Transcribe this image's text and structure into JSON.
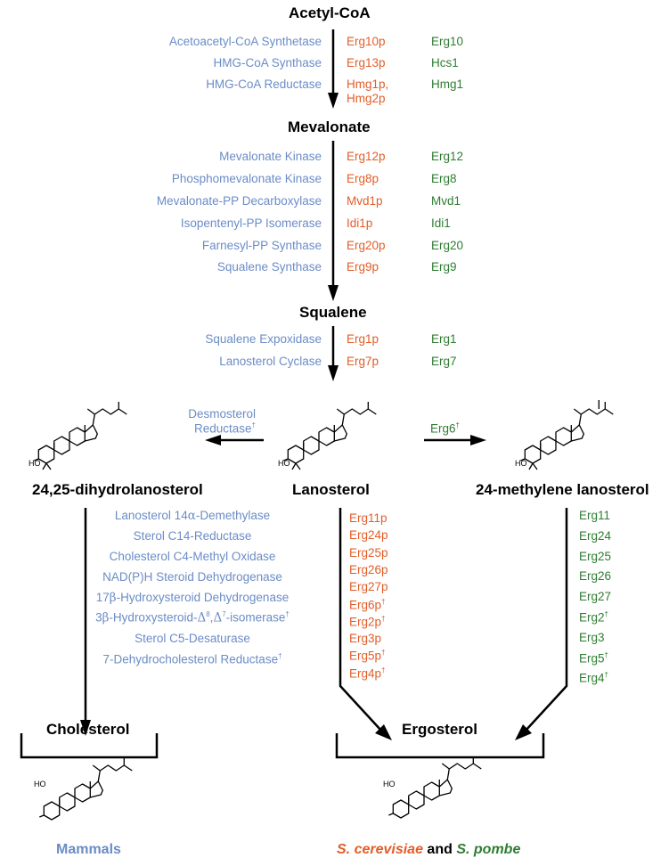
{
  "compounds": {
    "acetyl_coa": "Acetyl-CoA",
    "mevalonate": "Mevalonate",
    "squalene": "Squalene",
    "lanosterol": "Lanosterol",
    "dihydrolanosterol": "24,25-dihydrolanosterol",
    "methylene_lanosterol": "24-methylene lanosterol",
    "cholesterol": "Cholesterol",
    "ergosterol": "Ergosterol"
  },
  "step1": [
    {
      "enzyme": "Acetoacetyl-CoA Synthetase",
      "sc": "Erg10p",
      "sp": "Erg10"
    },
    {
      "enzyme": "HMG-CoA Synthase",
      "sc": "Erg13p",
      "sp": "Hcs1"
    },
    {
      "enzyme": "HMG-CoA Reductase",
      "sc": "Hmg1p,",
      "sc2": "Hmg2p",
      "sp": "Hmg1"
    }
  ],
  "step2": [
    {
      "enzyme": "Mevalonate Kinase",
      "sc": "Erg12p",
      "sp": "Erg12"
    },
    {
      "enzyme": "Phosphomevalonate Kinase",
      "sc": "Erg8p",
      "sp": "Erg8"
    },
    {
      "enzyme": "Mevalonate-PP Decarboxylase",
      "sc": "Mvd1p",
      "sp": "Mvd1"
    },
    {
      "enzyme": "Isopentenyl-PP Isomerase",
      "sc": "Idi1p",
      "sp": "Idi1"
    },
    {
      "enzyme": "Farnesyl-PP Synthase",
      "sc": "Erg20p",
      "sp": "Erg20"
    },
    {
      "enzyme": "Squalene Synthase",
      "sc": "Erg9p",
      "sp": "Erg9"
    }
  ],
  "step3": [
    {
      "enzyme": "Squalene Expoxidase",
      "sc": "Erg1p",
      "sp": "Erg1"
    },
    {
      "enzyme": "Lanosterol Cyclase",
      "sc": "Erg7p",
      "sp": "Erg7"
    }
  ],
  "side": {
    "left_line1": "Desmosterol",
    "left_line2": "Reductase",
    "right": "Erg6",
    "dagger": "†"
  },
  "mammal_enzymes": {
    "e1_pre": "Lanosterol 14",
    "e1_greek": "α",
    "e1_post": "-Demethylase",
    "e2": "Sterol C14-Reductase",
    "e3": "Cholesterol C4-Methyl Oxidase",
    "e4": "NAD(P)H Steroid Dehydrogenase",
    "e5_pre": "17",
    "e5_greek": "β",
    "e5_post": "-Hydroxysteroid Dehydrogenase",
    "e6_pre": "3",
    "e6_greek1": "β",
    "e6_mid": "-Hydroxysteroid-",
    "e6_greek2": "Δ",
    "e6_sup1": "8",
    "e6_comma": ",",
    "e6_greek3": "Δ",
    "e6_sup2": "7",
    "e6_post": "-isomerase",
    "e7": "Sterol C5-Desaturase",
    "e8": "7-Dehydrocholesterol Reductase"
  },
  "sc_late": [
    "Erg11p",
    "Erg24p",
    "Erg25p",
    "Erg26p",
    "Erg27p",
    "Erg6p",
    "Erg2p",
    "Erg3p",
    "Erg5p",
    "Erg4p"
  ],
  "sc_late_dagger": [
    false,
    false,
    false,
    false,
    false,
    true,
    true,
    false,
    true,
    true
  ],
  "sp_late": [
    "Erg11",
    "Erg24",
    "Erg25",
    "Erg26",
    "Erg27",
    "Erg2",
    "Erg3",
    "Erg5",
    "Erg4"
  ],
  "sp_late_dagger": [
    false,
    false,
    false,
    false,
    false,
    true,
    false,
    true,
    true
  ],
  "structure_labels": {
    "ho": "HO"
  },
  "footer": {
    "mammals": "Mammals",
    "sc": "S. cerevisiae",
    "and": "and",
    "sp": "S. pombe"
  },
  "colors": {
    "mammal_blue": "#6b8cc7",
    "cerevisiae_orange": "#e25d28",
    "pombe_green": "#2f7d32"
  }
}
